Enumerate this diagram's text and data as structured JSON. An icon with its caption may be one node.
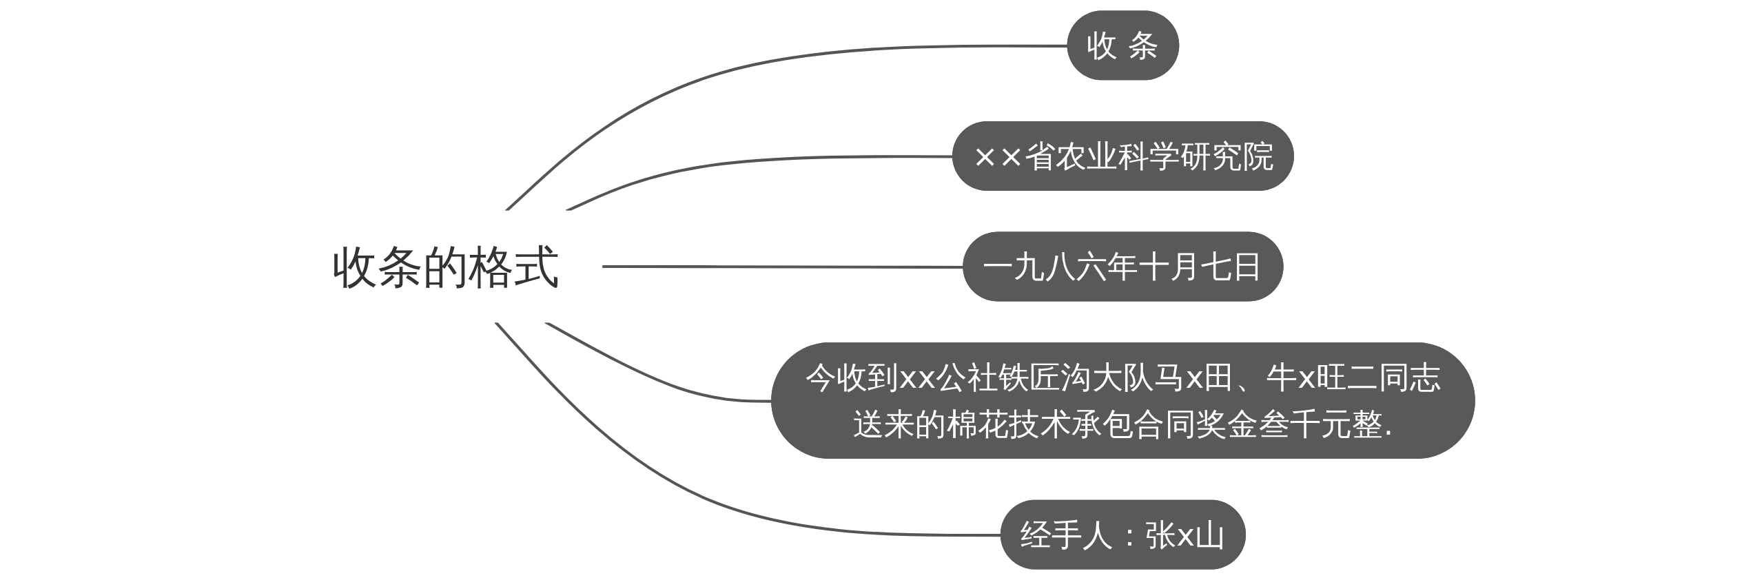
{
  "diagram": {
    "nodes": [
      {
        "text": [
          "收条的格式"
        ]
      },
      {
        "text": [
          "收 条"
        ]
      },
      {
        "text": [
          "××省农业科学研究院"
        ]
      },
      {
        "text": [
          "一九八六年十月七日"
        ]
      },
      {
        "text": [
          "今收到xx公社铁匠沟大队马x田、牛x旺二同志送来的棉花技术承包合同奖金叁千元整."
        ]
      },
      {
        "text": [
          "经手人：张x山"
        ]
      }
    ],
    "edges": [
      {
        "from": 0,
        "to": 1,
        "arrow": "none"
      },
      {
        "from": 0,
        "to": 2,
        "arrow": "none"
      },
      {
        "from": 0,
        "to": 3,
        "arrow": "none"
      },
      {
        "from": 0,
        "to": 4,
        "arrow": "none"
      },
      {
        "from": 0,
        "to": 5,
        "arrow": "none"
      }
    ]
  }
}
